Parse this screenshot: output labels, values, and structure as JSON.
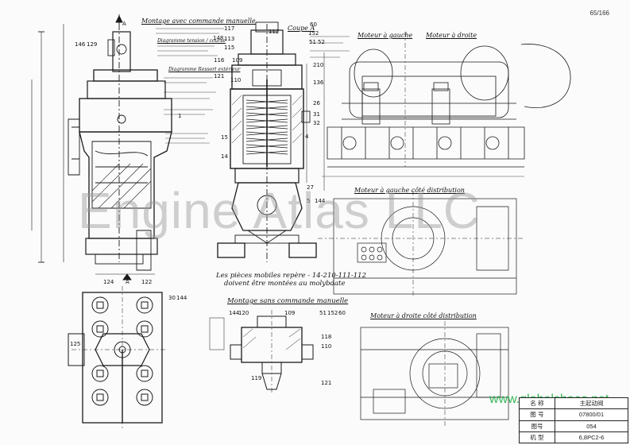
{
  "page_number": "65/166",
  "watermark": "Engine Atlas LLC",
  "site_watermark": "www.globalshoes.net",
  "headings": {
    "manual_top": "Montage avec commande manuelle",
    "coupe": "Coupe A",
    "moteur_gauche": "Moteur à gauche",
    "moteur_droite": "Moteur à droite",
    "moteur_gauche_dist": "Moteur à gauche côté distribution",
    "moteur_droite_dist": "Moteur à droite côté distribution",
    "mobile_note_1": "Les pièces mobiles repère - 14-210-111-112",
    "mobile_note_2": "doivent être montées au molybdate",
    "manual_bottom": "Montage sans commande manuelle",
    "diagramme_1": "Diagramme tension / course",
    "diagramme_2": "Diagramme Ressort extérieur"
  },
  "part_numbers": {
    "a_top": "A",
    "n146": "146",
    "n129": "129",
    "n117": "117",
    "n113": "113",
    "n112": "112",
    "n60": "60",
    "n152": "152",
    "n51": "51",
    "n52": "52",
    "n148": "148",
    "n115": "115",
    "n116": "116",
    "n109": "109",
    "n110": "110",
    "n210": "210",
    "n121": "121",
    "n136": "136",
    "n26": "26",
    "n31": "31",
    "n32": "32",
    "n1": "1",
    "n15": "15",
    "n14": "14",
    "n4": "4",
    "n27": "27",
    "n5": "5",
    "n144b": "144",
    "n124": "124",
    "n122": "122",
    "a_bottom": "A",
    "n30": "30",
    "n144c": "144",
    "n125": "125",
    "n144d": "144",
    "n120": "120",
    "n109b": "109",
    "n51b": "51",
    "n152b": "152",
    "n60b": "60",
    "n118": "118",
    "n110b": "110",
    "n119": "119",
    "n121b": "121"
  },
  "title_block": {
    "rows": [
      {
        "key": "名 称",
        "value": "主起动阀"
      },
      {
        "key": "图 号",
        "value": "07800/01"
      },
      {
        "key": "图号",
        "value": "054"
      },
      {
        "key": "机 型",
        "value": "6,8PC2-6"
      }
    ]
  }
}
